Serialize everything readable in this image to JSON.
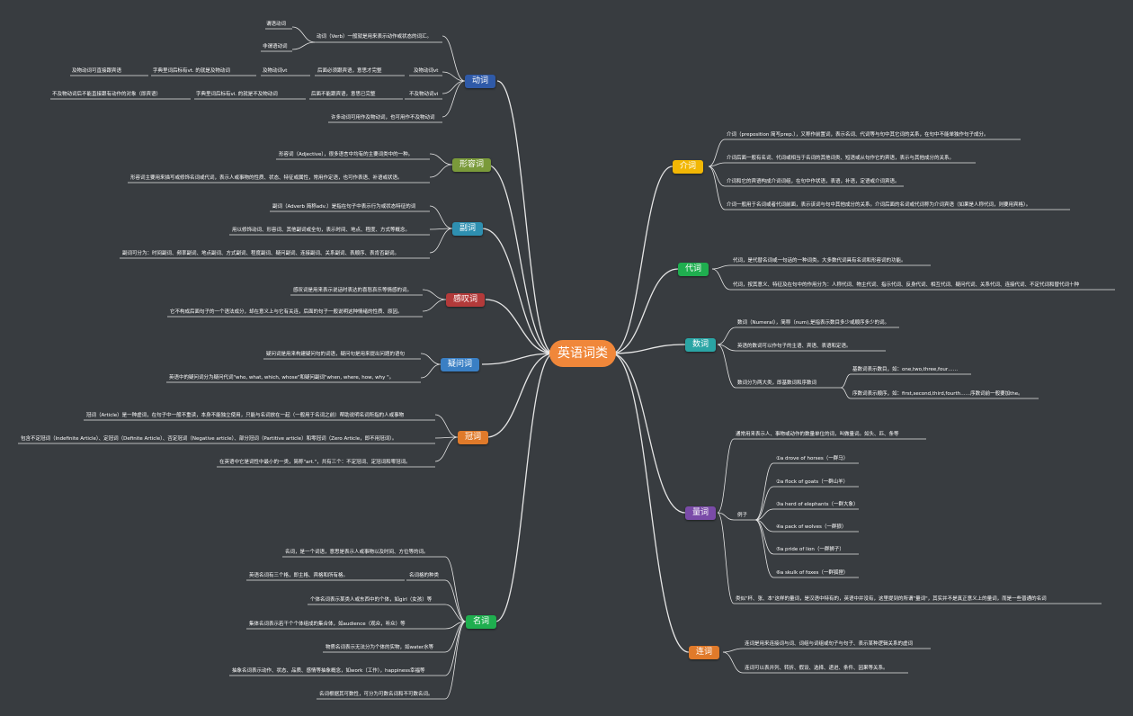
{
  "center": "英语词类",
  "colors": {
    "background": "#383c40",
    "line": "#e6e6e6",
    "center": "#f0873a",
    "verb": "#2f5aa8",
    "adjective": "#7a9a3a",
    "adverb": "#2e8fb0",
    "interjection": "#b33a3a",
    "interrogative": "#3a7fc4",
    "article": "#e07a2a",
    "noun": "#1fae4f",
    "preposition": "#f2b705",
    "pronoun": "#1fae4f",
    "numeral": "#2aa5a5",
    "quantifier": "#7a4ba8",
    "conjunction": "#e07a2a"
  },
  "icons": [],
  "branches": {
    "verb": {
      "label": "动词",
      "def": "动词（Verb）一般就是用来表示动作或状态的词汇。",
      "def_children": [
        "谓语动词",
        "非谓语动词"
      ],
      "vt": "及物动词vt",
      "vt_note": "后面必须跟宾语，意思才完整",
      "vt_sub": "及物动词vt",
      "vt_sub2": "字典里词后标有vt. 的就是及物动词",
      "vt_sub3": "及物动词可直接跟宾语",
      "vi": "不及物动词vi",
      "vi_note": "后面不能跟宾语，意思已完整",
      "vi_sub": "字典里词后标有vi. 的就是不及物动词",
      "vi_sub2": "不及物动词后不能直接跟有动作的对象（即宾语）",
      "both": "许多动词可用作及物动词，也可用作不及物动词"
    },
    "adjective": {
      "label": "形容词",
      "items": [
        "形容词（Adjective），很多语言中均有的主要词类中的一种。",
        "形容词主要用来描写或修饰名词或代词，表示人或事物的性质、状态、特征或属性，常用作定语，也可作表语、补语或状语。"
      ]
    },
    "adverb": {
      "label": "副词",
      "items": [
        "副词（Adverb 简称adv.）是指在句子中表示行为或状态特征的词",
        "用以修饰动词、形容词、其他副词或全句，表示时间、地点、程度、方式等概念。",
        "副词可分为：时间副词、频率副词、地点副词、方式副词、程度副词、疑问副词、连接副词、关系副词、表顺序、表肯否副词。"
      ]
    },
    "interjection": {
      "label": "感叹词",
      "items": [
        "感叹词是用来表示说话时表达的喜怒哀乐等情感的词。",
        "它不构成后面句子的一个语法成分，却在意义上与它有关连，后面的句子一般说明这种情绪的性质、原因。"
      ]
    },
    "interrogative": {
      "label": "疑问词",
      "items": [
        "疑问词是用来构建疑问句的词语，疑问句是用来提出问题的语句",
        "英语中的疑问词分为疑问代词\"who, what, which, whose\"和疑问副词\"when, where, how, why \"。"
      ]
    },
    "article": {
      "label": "冠词",
      "items": [
        "冠词（Article）是一种虚词，在句子中一般不重读，本身不能独立使用，只能与名词放在一起（一般用于名词之前）帮助说明名词所指的人或事物",
        "包含不定冠词（Indefinite Article）、定冠词（Definite Article）、否定冠词（Negative article）、部分冠词（Partitive article）和零冠词（Zero Article，即不用冠词）。",
        "在英语中它是词性中最小的一类，简称\"art.\"，共有三个：不定冠词、定冠词和零冠词。"
      ]
    },
    "noun": {
      "label": "名词",
      "items": [
        "名词，是一个词语，意思是表示人或事物以及时间、方位等的词。",
        "名词格的种类",
        "个体名词表示某类人或东西中的个体，如girl（女孩）等",
        "集体名词表示若干个个体组成的集合体，如audience（观众，听众）等",
        "物质名词表示无法分为个体的实物，如water水等",
        "抽象名词表示动作、状态、品质、感情等抽象概念，如work（工作），happiness幸福等",
        "名词根据其可数性，可分为可数名词和不可数名词。"
      ],
      "case_note": "英语名词有三个格，即主格、宾格和所有格。"
    },
    "preposition": {
      "label": "介词",
      "items": [
        "介词（preposition 简写prep.），又称作前置词，表示名词、代词等与句中其它词的关系，在句中不能单独作句子成分。",
        "介词后面一般有名词、代词或相当于名词的其他词类、短语或从句作它的宾语，表示与其他成分的关系。",
        "介词和它的宾语构成介词词组，在句中作状语，表语，补语，定语或介词宾语。",
        "介词一般用于名词或者代词前面，表示该词与句中其他成分的关系。介词后面的名词或代词称为介词宾语（如果是人称代词，则要用宾格）。"
      ]
    },
    "pronoun": {
      "label": "代词",
      "items": [
        "代词，是代替名词或一句话的一种词类。大多数代词具有名词和形容词的功能。",
        "代词，按其意义、特征及在句中的作用分为：人称代词、物主代词、指示代词、反身代词、相互代词、疑问代词、关系代词、连接代词、不定代词和替代词十种"
      ]
    },
    "numeral": {
      "label": "数词",
      "items": [
        "数词（Numeral），简称（num),是指表示数目多少或顺序多少的词。",
        "英语的数词可以作句子的主语、宾语、表语和定语。",
        "数词分为两大类，即基数词和序数词"
      ],
      "sub": [
        "基数词表示数目，如：one,two,three,four……",
        "序数词表示顺序，如：first,second,third,fourth……序数词前一般要加the。"
      ]
    },
    "quantifier": {
      "label": "量词",
      "intro": "通常用来表示人、事物或动作的数量单位的词，叫做量词。如头、匹、条等",
      "example_label": "例子",
      "examples": [
        "①a drove of horses（一群马）",
        "②a flock of goats（一群山羊）",
        "③a herd of elephants（一群大象）",
        "④a pack of wolves（一群狼）",
        "⑤a pride of lion（一群狮子）",
        "⑥a skulk of foxes（一群狐狸）"
      ],
      "outro": "类似\"杯、张、本\"这样的量词，是汉语中特有的，英语中并没有，这里提到的所谓\"量词\"，其实并不是真正意义上的量词，而是一些普通的名词"
    },
    "conjunction": {
      "label": "连词",
      "items": [
        "连词是用来连接词与词、词组与词组或句子与句子、表示某种逻辑关系的虚词",
        "连词可以表并列、转折、假设、选择、递进、条件、因果等关系。"
      ]
    }
  }
}
